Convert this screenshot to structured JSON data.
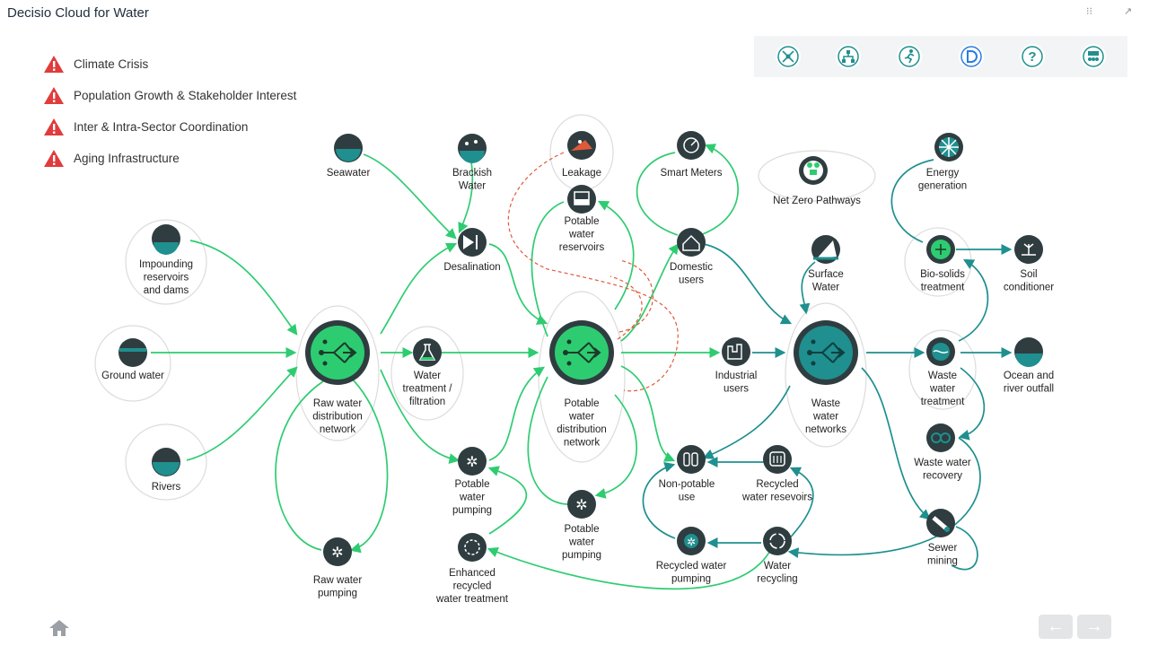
{
  "app": {
    "title": "Decisio Cloud for Water"
  },
  "window_controls": {
    "minimize_glyph": "⁝⁝",
    "expand_glyph": "↗"
  },
  "alerts": [
    {
      "label": "Climate Crisis"
    },
    {
      "label": "Population Growth & Stakeholder Interest"
    },
    {
      "label": "Inter & Intra-Sector Coordination"
    },
    {
      "label": "Aging Infrastructure"
    }
  ],
  "toolbar": {
    "buttons": [
      {
        "icon": "network-icon"
      },
      {
        "icon": "hierarchy-icon"
      },
      {
        "icon": "runner-icon"
      },
      {
        "icon": "decisio-logo-icon"
      },
      {
        "icon": "help-icon",
        "glyph": "?"
      },
      {
        "icon": "team-icon"
      }
    ]
  },
  "colors": {
    "green": "#2ecc71",
    "teal": "#1f8f8f",
    "dark": "#2f3d40",
    "leak": "#e05a3a",
    "alert": "#e03c3c"
  },
  "nodes": {
    "impounding": [
      "Impounding",
      "reservoirs",
      "and dams"
    ],
    "ground_water": [
      "Ground water"
    ],
    "rivers": [
      "Rivers"
    ],
    "seawater": [
      "Seawater"
    ],
    "brackish": [
      "Brackish",
      "Water"
    ],
    "desalination": [
      "Desalination"
    ],
    "raw_network": [
      "Raw water",
      "distribution",
      "network"
    ],
    "water_treatment": [
      "Water",
      "treatment /",
      "filtration"
    ],
    "raw_pumping": [
      "Raw water",
      "pumping"
    ],
    "potable_pumping_1": [
      "Potable",
      "water",
      "pumping"
    ],
    "enhanced_recycled": [
      "Enhanced",
      "recycled",
      "water treatment"
    ],
    "leakage": [
      "Leakage"
    ],
    "potable_reservoirs": [
      "Potable",
      "water",
      "reservoirs"
    ],
    "potable_network": [
      "Potable",
      "water",
      "distribution",
      "network"
    ],
    "potable_pumping_2": [
      "Potable",
      "water",
      "pumping"
    ],
    "smart_meters": [
      "Smart Meters"
    ],
    "domestic": [
      "Domestic",
      "users"
    ],
    "industrial": [
      "Industrial",
      "users"
    ],
    "non_potable": [
      "Non-potable",
      "use"
    ],
    "recycled_reservoirs": [
      "Recycled",
      "water resevoirs"
    ],
    "recycled_pumping": [
      "Recycled water",
      "pumping"
    ],
    "water_recycling": [
      "Water",
      "recycling"
    ],
    "net_zero": [
      "Net Zero Pathways"
    ],
    "surface_water": [
      "Surface",
      "Water"
    ],
    "waste_networks": [
      "Waste",
      "water",
      "networks"
    ],
    "energy": [
      "Energy",
      "generation"
    ],
    "biosolids": [
      "Bio-solids",
      "treatment"
    ],
    "soil": [
      "Soil",
      "conditioner"
    ],
    "waste_treatment": [
      "Waste",
      "water",
      "treatment"
    ],
    "ocean": [
      "Ocean and",
      "river outfall"
    ],
    "waste_recovery": [
      "Waste water",
      "recovery"
    ],
    "sewer_mining": [
      "Sewer",
      "mining"
    ]
  },
  "nav": {
    "prev": "←",
    "next": "→"
  }
}
